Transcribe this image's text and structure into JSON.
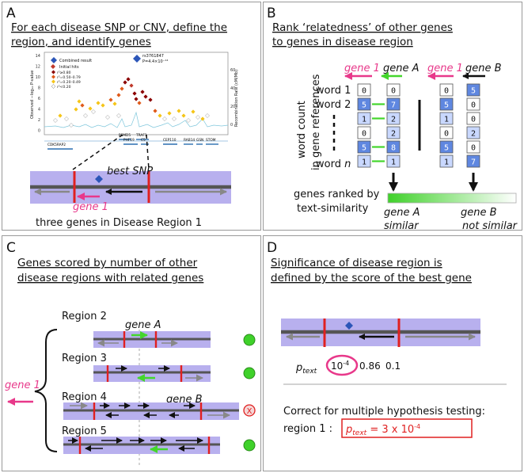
{
  "colors": {
    "pink": "#e8388a",
    "green": "#44d62c",
    "purple": "#b8b0ee",
    "red": "#e02020",
    "blue": "#2c56b8",
    "cellLight": "#c9d8ff",
    "cellDark": "#5f87e0"
  },
  "panelA": {
    "letter": "A",
    "heading1": "For each disease SNP or CNV, define the",
    "heading2": "region, and identify genes",
    "plot": {
      "legend_combined": "Combined result",
      "legend_initial": "Initial hits",
      "legend_r1": "r²≥0.80",
      "legend_r2": "r²=0.50–0.79",
      "legend_r3": "r²=0.20–0.49",
      "legend_r4": "r²<0.20",
      "snp_id": "rs3761847",
      "snp_p": "P=4.4×10⁻¹⁴",
      "ylabel": "Observed −log₁₀ P-value",
      "ylabel_right": "Recombination Rate (cM/Mb)",
      "y_ticks": [
        "14",
        "12",
        "10",
        "8",
        "6",
        "4",
        "2",
        "0"
      ],
      "y_right_ticks": [
        "60",
        "40",
        "20",
        "0"
      ],
      "genes": [
        "CDK5RAP2",
        "PSMD5",
        "PHF19",
        "TRAF1",
        "C5",
        "CEP110",
        "RAB14",
        "GSN",
        "STOM"
      ]
    },
    "best_snp": "best SNP",
    "gene1": "gene 1",
    "caption": "three genes in Disease Region 1"
  },
  "panelB": {
    "letter": "B",
    "heading1": "Rank ‘relatedness’ of other genes",
    "heading2": "to genes in disease region",
    "gene1": "gene 1",
    "geneA": "gene A",
    "geneB": "gene B",
    "vlabel1": "word count",
    "vlabel2": "in gene references",
    "word1": "word 1",
    "word2": "word 2",
    "wordn_prefix": "word ",
    "wordn_italic": "n",
    "col_gene1": [
      "0",
      "5",
      "1",
      "0",
      "5",
      "1"
    ],
    "col_geneA": [
      "0",
      "7",
      "2",
      "2",
      "8",
      "1"
    ],
    "col_gene1b": [
      "0",
      "5",
      "1",
      "0",
      "5",
      "1"
    ],
    "col_geneB": [
      "5",
      "0",
      "0",
      "2",
      "0",
      "7"
    ],
    "ranked1": "genes ranked by",
    "ranked2": "text-similarity",
    "geneA_label": "gene A",
    "similar": "similar",
    "geneB_label": "gene B",
    "not_similar": "not similar"
  },
  "panelC": {
    "letter": "C",
    "heading1": "Genes scored by number of other",
    "heading2": "disease regions with related genes",
    "region2": "Region 2",
    "region3": "Region 3",
    "region4": "Region 4",
    "region5": "Region 5",
    "geneA": "gene A",
    "geneB": "gene B",
    "gene1": "gene 1",
    "x_mark": "X"
  },
  "panelD": {
    "letter": "D",
    "heading1": "Significance of disease region is",
    "heading2": "defined by the score of the best gene",
    "p_text": "p",
    "p_sub": "text",
    "p1": "10",
    "p1_exp": "-4",
    "p2": "0.86",
    "p3": "0.1",
    "correct": "Correct for multiple hypothesis testing:",
    "region_label": "region 1 :",
    "formula_p": "p",
    "formula_sub": "text",
    "formula_eq": " = 3 x 10",
    "formula_exp": "-4"
  }
}
